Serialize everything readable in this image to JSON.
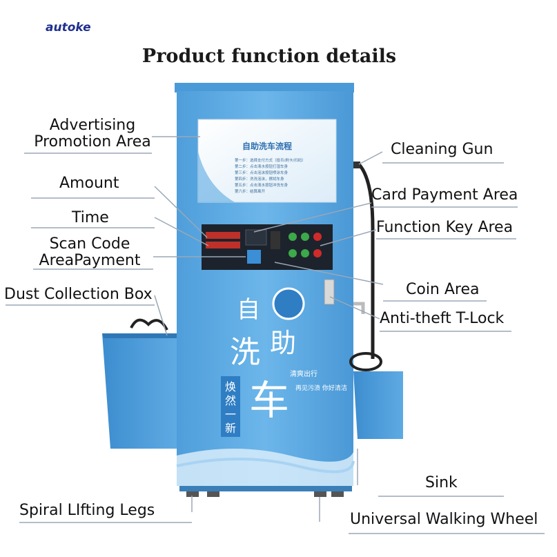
{
  "brand": {
    "logo_text": "autoke",
    "accent": "#1f2f8f"
  },
  "title": "Product function details",
  "screen": {
    "heading": "自助洗车流程",
    "steps": [
      "第一步：选择支付方式（投币/刷卡/扫码）",
      "第二步：点击清水按钮打湿车身",
      "第三步：点击泡沫按钮喷涂车身",
      "第四步：洗洗泡沫，擦拭车身",
      "第五步：点击清水按钮冲洗车身",
      "第六步：结算离开"
    ]
  },
  "machine": {
    "title_chars": [
      "自",
      "助",
      "洗",
      "车"
    ],
    "side_text": "焕然一新",
    "slogan": "再见污渍 你好清洁",
    "badge": "清爽出行",
    "colors": {
      "body": "#5aa9e2",
      "body_dark": "#3f8fd0",
      "panel": "#1d232c"
    }
  },
  "labels": {
    "advertising": "Advertising\nPromotion Area",
    "amount": "Amount",
    "time": "Time",
    "scan_code": "Scan Code\nAreaPayment",
    "dust": "Dust Collection Box",
    "spiral": "Spiral LIfting  Legs",
    "cleaning_gun": "Cleaning Gun",
    "card_payment": "Card Payment Area",
    "function_key": "Function Key Area",
    "coin": "Coin Area",
    "anti_theft": "Anti-theft T-Lock",
    "sink": "Sink",
    "wheel": "Universal Walking Wheel"
  }
}
